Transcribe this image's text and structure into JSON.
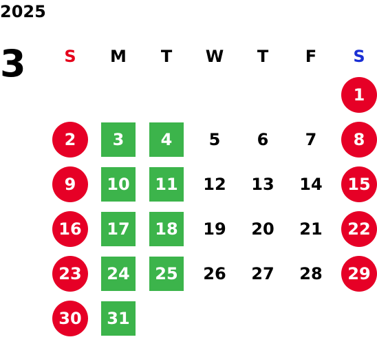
{
  "year": "2025",
  "month": "3",
  "weekdays": [
    "S",
    "M",
    "T",
    "W",
    "T",
    "F",
    "S"
  ],
  "weeks": [
    [
      {
        "day": "",
        "type": "empty"
      },
      {
        "day": "",
        "type": "empty"
      },
      {
        "day": "",
        "type": "empty"
      },
      {
        "day": "",
        "type": "empty"
      },
      {
        "day": "",
        "type": "empty"
      },
      {
        "day": "",
        "type": "empty"
      },
      {
        "day": "1",
        "type": "red-circle"
      }
    ],
    [
      {
        "day": "2",
        "type": "red-circle"
      },
      {
        "day": "3",
        "type": "green-square"
      },
      {
        "day": "4",
        "type": "green-square"
      },
      {
        "day": "5",
        "type": "plain"
      },
      {
        "day": "6",
        "type": "plain"
      },
      {
        "day": "7",
        "type": "plain"
      },
      {
        "day": "8",
        "type": "red-circle"
      }
    ],
    [
      {
        "day": "9",
        "type": "red-circle"
      },
      {
        "day": "10",
        "type": "green-square"
      },
      {
        "day": "11",
        "type": "green-square"
      },
      {
        "day": "12",
        "type": "plain"
      },
      {
        "day": "13",
        "type": "plain"
      },
      {
        "day": "14",
        "type": "plain"
      },
      {
        "day": "15",
        "type": "red-circle"
      }
    ],
    [
      {
        "day": "16",
        "type": "red-circle"
      },
      {
        "day": "17",
        "type": "green-square"
      },
      {
        "day": "18",
        "type": "green-square"
      },
      {
        "day": "19",
        "type": "plain"
      },
      {
        "day": "20",
        "type": "plain"
      },
      {
        "day": "21",
        "type": "plain"
      },
      {
        "day": "22",
        "type": "red-circle"
      }
    ],
    [
      {
        "day": "23",
        "type": "red-circle"
      },
      {
        "day": "24",
        "type": "green-square"
      },
      {
        "day": "25",
        "type": "green-square"
      },
      {
        "day": "26",
        "type": "plain"
      },
      {
        "day": "27",
        "type": "plain"
      },
      {
        "day": "28",
        "type": "plain"
      },
      {
        "day": "29",
        "type": "red-circle"
      }
    ],
    [
      {
        "day": "30",
        "type": "red-circle"
      },
      {
        "day": "31",
        "type": "green-square"
      },
      {
        "day": "",
        "type": "empty"
      },
      {
        "day": "",
        "type": "empty"
      },
      {
        "day": "",
        "type": "empty"
      },
      {
        "day": "",
        "type": "empty"
      },
      {
        "day": "",
        "type": "empty"
      }
    ]
  ],
  "colors": {
    "sunday_header": "#e5001b",
    "saturday_header": "#1a2fd4",
    "red_circle": "#e60026",
    "green_square": "#3cb44b"
  }
}
